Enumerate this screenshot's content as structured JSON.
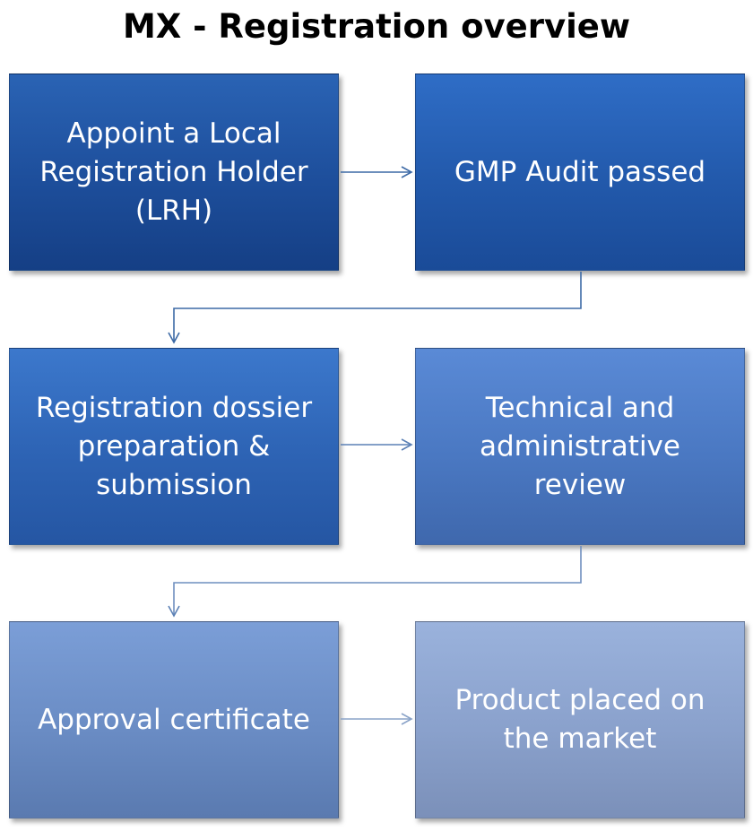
{
  "title": "MX - Registration overview",
  "steps": [
    {
      "label": "Appoint a Local\nRegistration Holder\n(LRH)"
    },
    {
      "label": "GMP Audit passed"
    },
    {
      "label": "Registration dossier\npreparation &\nsubmission"
    },
    {
      "label": "Technical  and\nadministrative\nreview"
    },
    {
      "label": "Approval certificate"
    },
    {
      "label": "Product placed on\nthe market"
    }
  ],
  "colors": {
    "arrow_dark": "#3d6aa6",
    "arrow_light": "#8aa3c8"
  }
}
